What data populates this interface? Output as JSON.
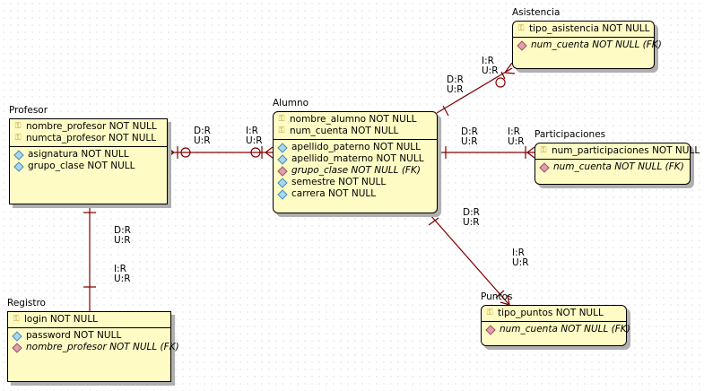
{
  "entities": {
    "profesor": {
      "name": "Profesor",
      "keys": [
        "nombre_profesor  NOT NULL",
        "numcta_profesor  NOT NULL"
      ],
      "attrs": [
        "asignatura  NOT NULL",
        "grupo_clase  NOT NULL"
      ]
    },
    "alumno": {
      "name": "Alumno",
      "keys": [
        "nombre_alumno  NOT NULL",
        "num_cuenta  NOT NULL"
      ],
      "attrs": [
        "apellido_paterno  NOT NULL",
        "apellido_materno  NOT NULL",
        "grupo_clase  NOT NULL (FK)",
        "semestre  NOT NULL",
        "carrera  NOT NULL"
      ]
    },
    "asistencia": {
      "name": "Asistencia",
      "keys": [
        "tipo_asistencia  NOT NULL"
      ],
      "attrs": [
        "num_cuenta  NOT NULL (FK)"
      ]
    },
    "participaciones": {
      "name": "Participaciones",
      "keys": [
        "num_participaciones  NOT NULL"
      ],
      "attrs": [
        "num_cuenta  NOT NULL (FK)"
      ]
    },
    "puntos": {
      "name": "Puntos",
      "keys": [
        "tipo_puntos  NOT NULL"
      ],
      "attrs": [
        "num_cuenta  NOT NULL (FK)"
      ]
    },
    "registro": {
      "name": "Registro",
      "keys": [
        "login  NOT NULL"
      ],
      "attrs": [
        "password  NOT NULL",
        "nombre_profesor  NOT NULL (FK)"
      ]
    }
  },
  "rules": {
    "dr": "D:R",
    "ur": "U:R",
    "ir": "I:R"
  }
}
